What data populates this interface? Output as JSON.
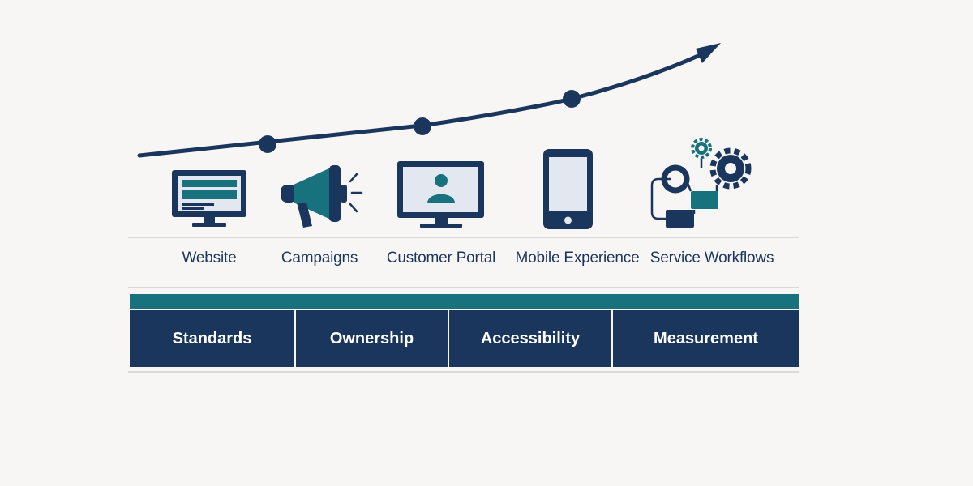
{
  "colors": {
    "navy": "#1b365d",
    "teal": "#17727d",
    "screen": "#e3e7ef",
    "background": "#f8f6f5",
    "rule": "#d9d8da"
  },
  "channels": [
    {
      "label": "Website",
      "icon": "website-monitor-icon"
    },
    {
      "label": "Campaigns",
      "icon": "megaphone-icon"
    },
    {
      "label": "Customer Portal",
      "icon": "portal-monitor-icon"
    },
    {
      "label": "Mobile Experience",
      "icon": "smartphone-icon"
    },
    {
      "label": "Service Workflows",
      "icon": "workflow-gears-icon"
    }
  ],
  "pillars": [
    {
      "label": "Standards"
    },
    {
      "label": "Ownership"
    },
    {
      "label": "Accessibility"
    },
    {
      "label": "Measurement"
    }
  ],
  "growth_curve": {
    "icon": "growth-arrow-icon",
    "milestones": 3
  }
}
